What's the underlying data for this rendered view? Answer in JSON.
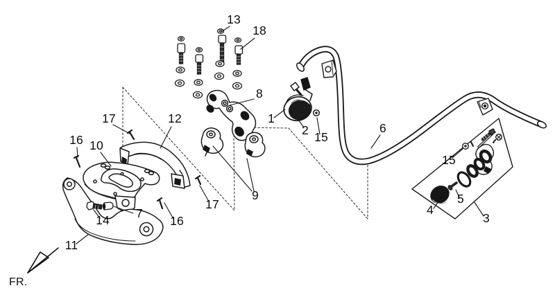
{
  "figure": {
    "kind": "exploded-parts-diagram",
    "colors": {
      "line": "#1a1a1a",
      "background": "#ffffff",
      "dark_fill": "#161616"
    },
    "direction_indicator": {
      "label": "FR."
    },
    "callouts": [
      {
        "id": "13",
        "text": "13"
      },
      {
        "id": "18",
        "text": "18"
      },
      {
        "id": "8",
        "text": "8"
      },
      {
        "id": "1",
        "text": "1"
      },
      {
        "id": "2",
        "text": "2"
      },
      {
        "id": "15-left",
        "text": "15"
      },
      {
        "id": "6",
        "text": "6"
      },
      {
        "id": "15-right",
        "text": "15"
      },
      {
        "id": "4",
        "text": "4"
      },
      {
        "id": "5",
        "text": "5"
      },
      {
        "id": "3",
        "text": "3"
      },
      {
        "id": "9",
        "text": "9"
      },
      {
        "id": "17-left",
        "text": "17"
      },
      {
        "id": "16-left",
        "text": "16"
      },
      {
        "id": "10",
        "text": "10"
      },
      {
        "id": "12",
        "text": "12"
      },
      {
        "id": "17-right",
        "text": "17"
      },
      {
        "id": "16-right",
        "text": "16"
      },
      {
        "id": "7",
        "text": "7"
      },
      {
        "id": "14",
        "text": "14"
      },
      {
        "id": "11",
        "text": "11"
      }
    ]
  }
}
